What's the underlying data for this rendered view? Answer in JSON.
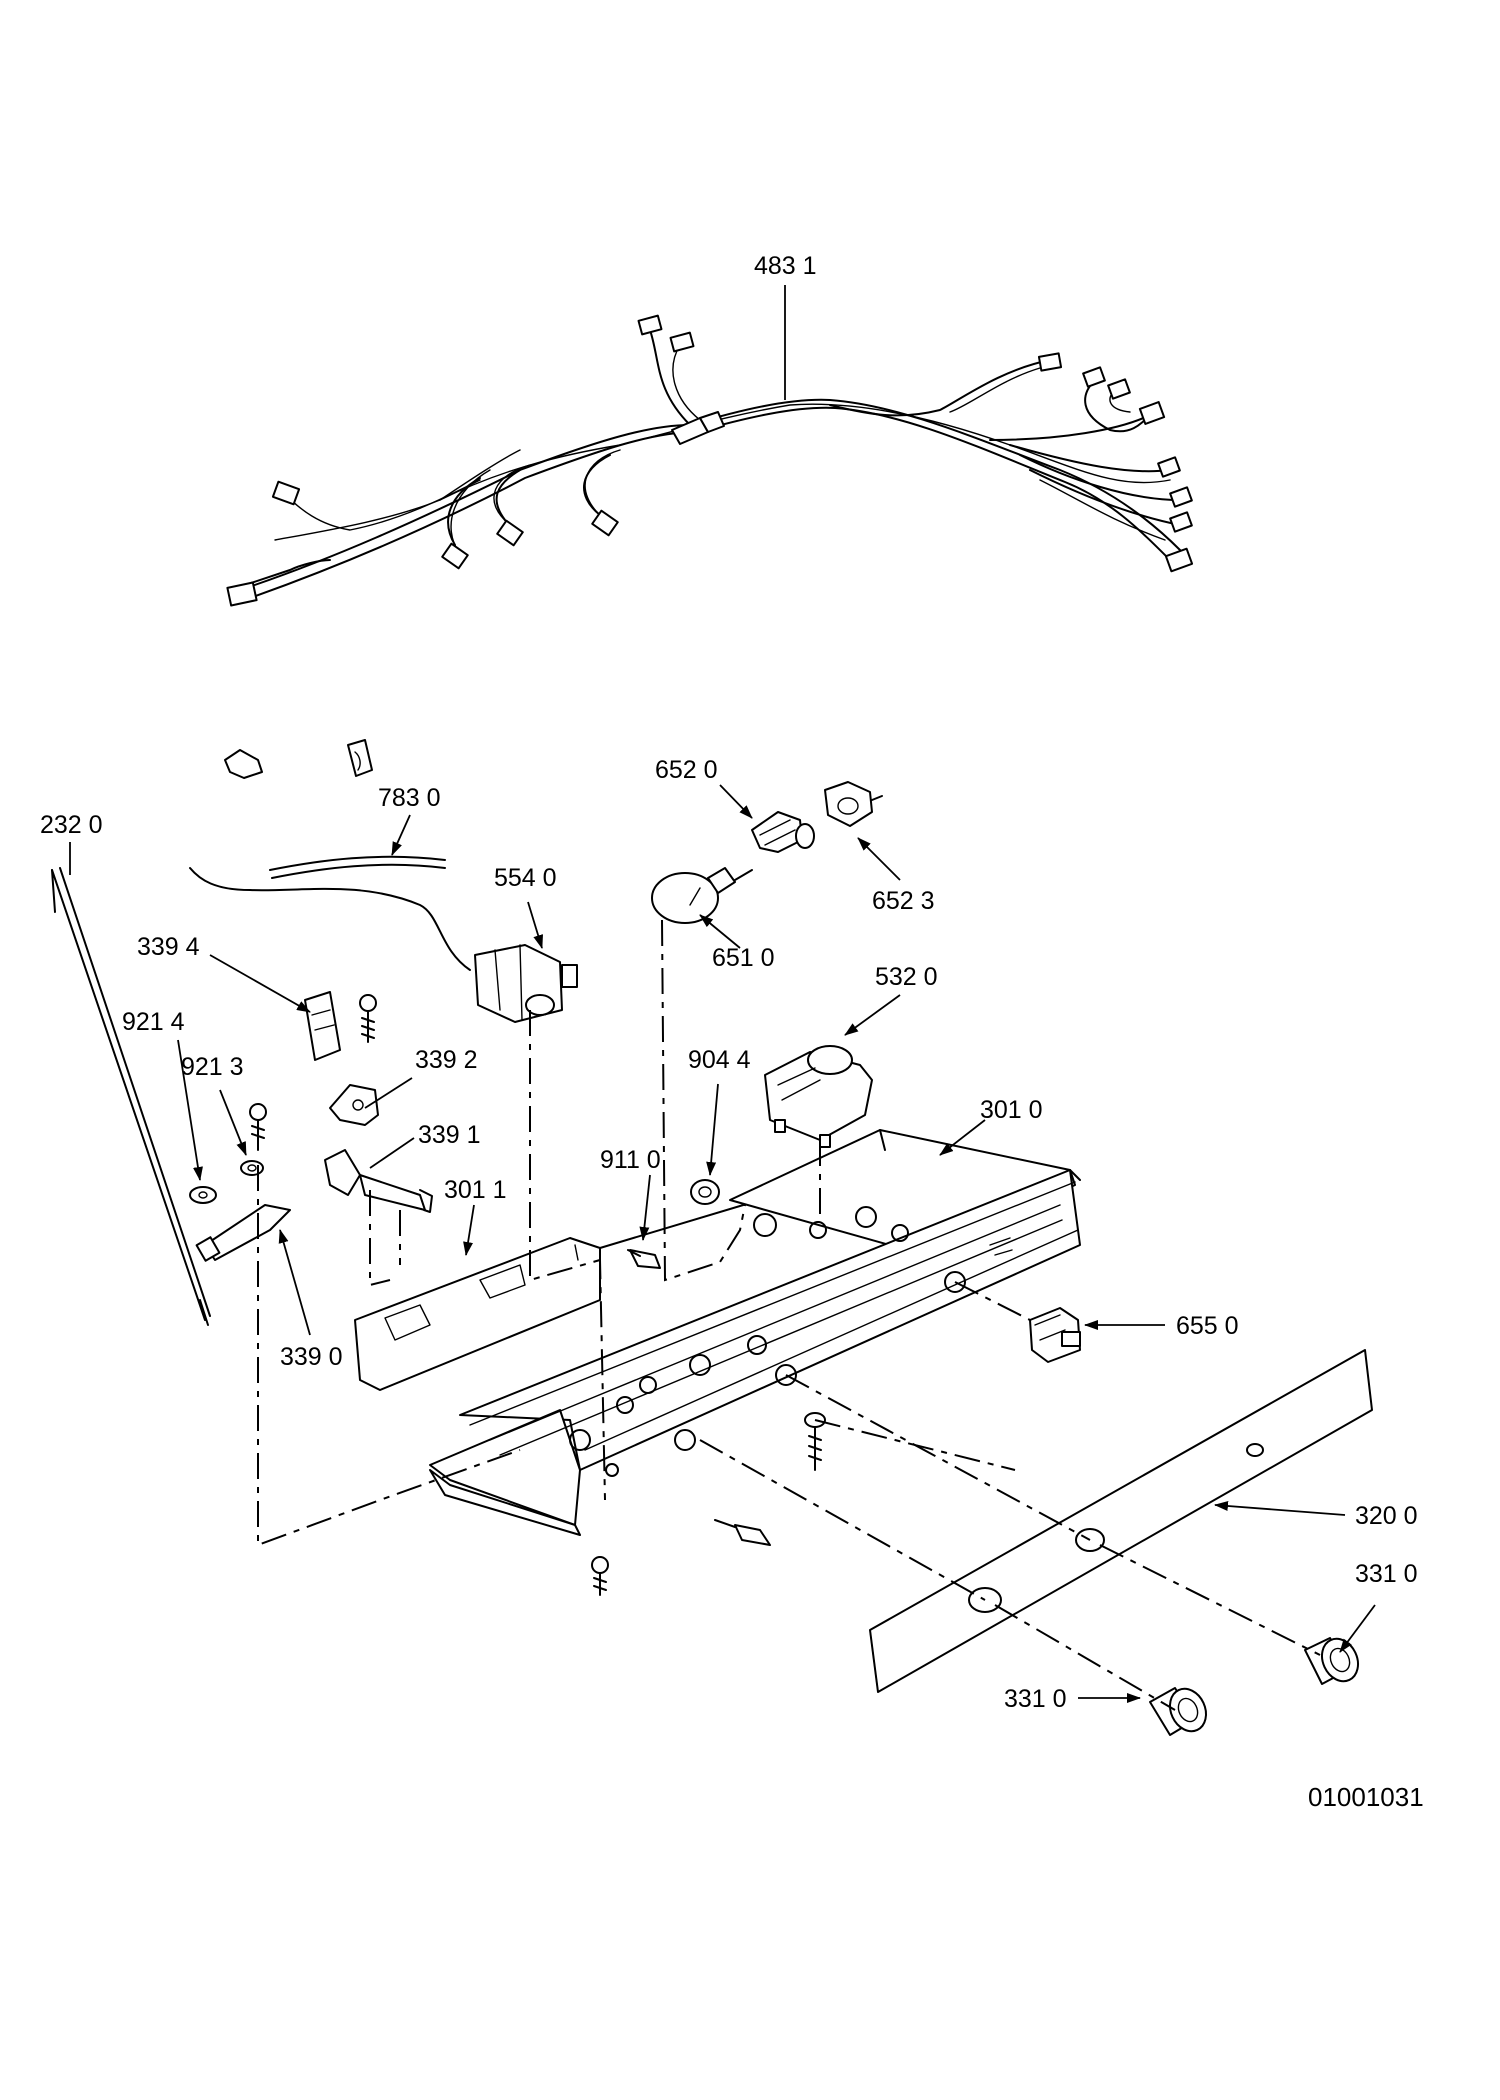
{
  "diagram": {
    "figure_id": "01001031",
    "callouts": [
      {
        "id": "harness",
        "text": "483 1"
      },
      {
        "id": "clips",
        "text": "783 0"
      },
      {
        "id": "rod",
        "text": "232 0"
      },
      {
        "id": "thermostat",
        "text": "554 0"
      },
      {
        "id": "socket-a",
        "text": "652 0"
      },
      {
        "id": "socket-b",
        "text": "652 3"
      },
      {
        "id": "bulb",
        "text": "651 0"
      },
      {
        "id": "timer",
        "text": "532 0"
      },
      {
        "id": "bracket-a",
        "text": "339 4"
      },
      {
        "id": "washer-a",
        "text": "921 4"
      },
      {
        "id": "washer-b",
        "text": "921 3"
      },
      {
        "id": "bracket-b",
        "text": "339 2"
      },
      {
        "id": "bracket-c",
        "text": "339 1"
      },
      {
        "id": "grommet",
        "text": "904 4"
      },
      {
        "id": "housing",
        "text": "301 0"
      },
      {
        "id": "screw",
        "text": "911 0"
      },
      {
        "id": "plate",
        "text": "301 1"
      },
      {
        "id": "lever",
        "text": "339 0"
      },
      {
        "id": "switch",
        "text": "655 0"
      },
      {
        "id": "panel",
        "text": "320 0"
      },
      {
        "id": "knob-a",
        "text": "331 0"
      },
      {
        "id": "knob-b",
        "text": "331 0"
      }
    ]
  }
}
